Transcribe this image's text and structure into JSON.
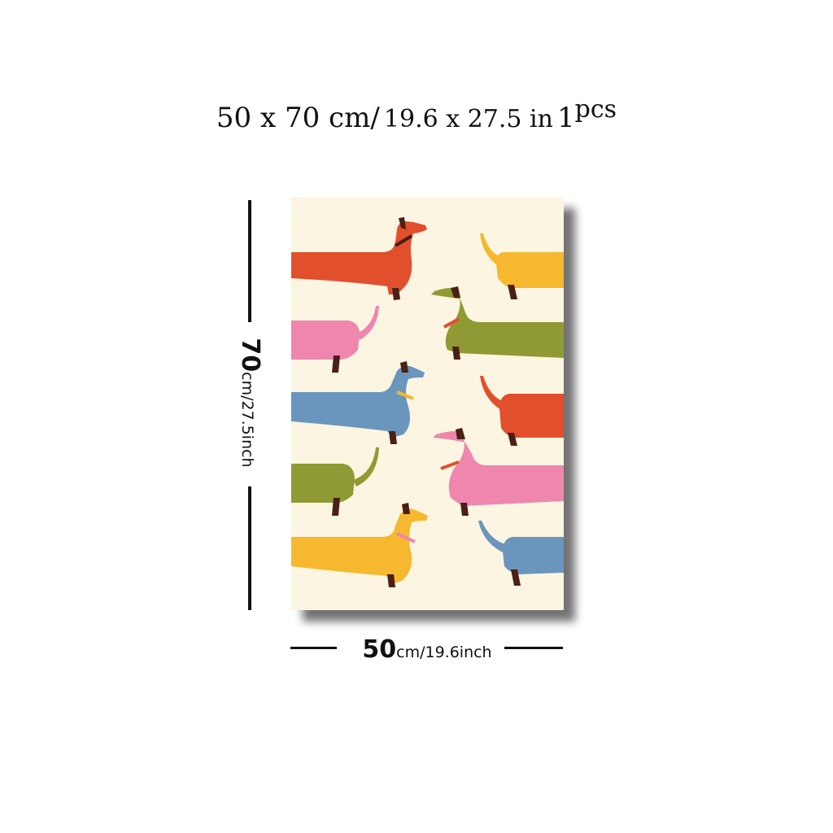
{
  "header": {
    "size_cm": "50 x 70 cm/",
    "size_in": "19.6 x 27.5 in",
    "quantity_number": "1",
    "quantity_unit": "pcs"
  },
  "dimensions": {
    "height_value": "70",
    "height_unit": "cm/27.5inch",
    "width_value": "50",
    "width_unit": "cm/19.6inch"
  },
  "colors": {
    "background": "#ffffff",
    "poster_background": "#fcf5e1",
    "dog_red": "#e24f2d",
    "dog_orange_yellow": "#f5b82e",
    "dog_pink": "#ee86ae",
    "dog_olive": "#8f9a34",
    "dog_blue": "#6a96bd",
    "dog_dark": "#4a1f16"
  },
  "poster": {
    "subject": "dachshund-pattern-illustration"
  }
}
